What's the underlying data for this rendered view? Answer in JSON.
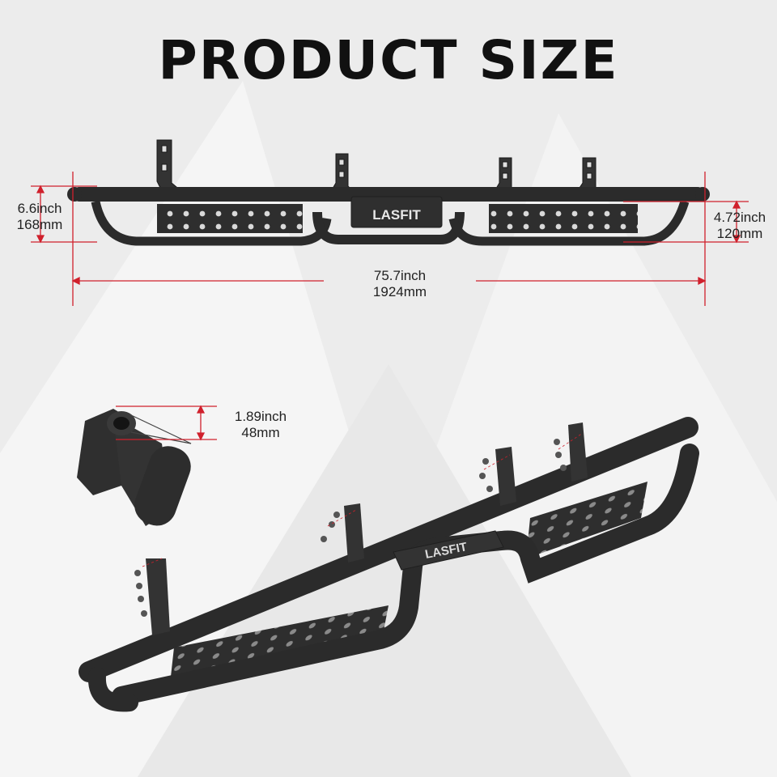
{
  "title": "PRODUCT SIZE",
  "brand_logo": "LASFIT",
  "dimensions": {
    "height_total": {
      "inch": "6.6inch",
      "mm": "168mm"
    },
    "height_step": {
      "inch": "4.72inch",
      "mm": "120mm"
    },
    "length": {
      "inch": "75.7inch",
      "mm": "1924mm"
    },
    "tube_diameter": {
      "inch": "1.89inch",
      "mm": "48mm"
    }
  },
  "colors": {
    "background": "#ececec",
    "dimension_line": "#d0202c",
    "product": "#2b2b2b",
    "title": "#111111"
  }
}
